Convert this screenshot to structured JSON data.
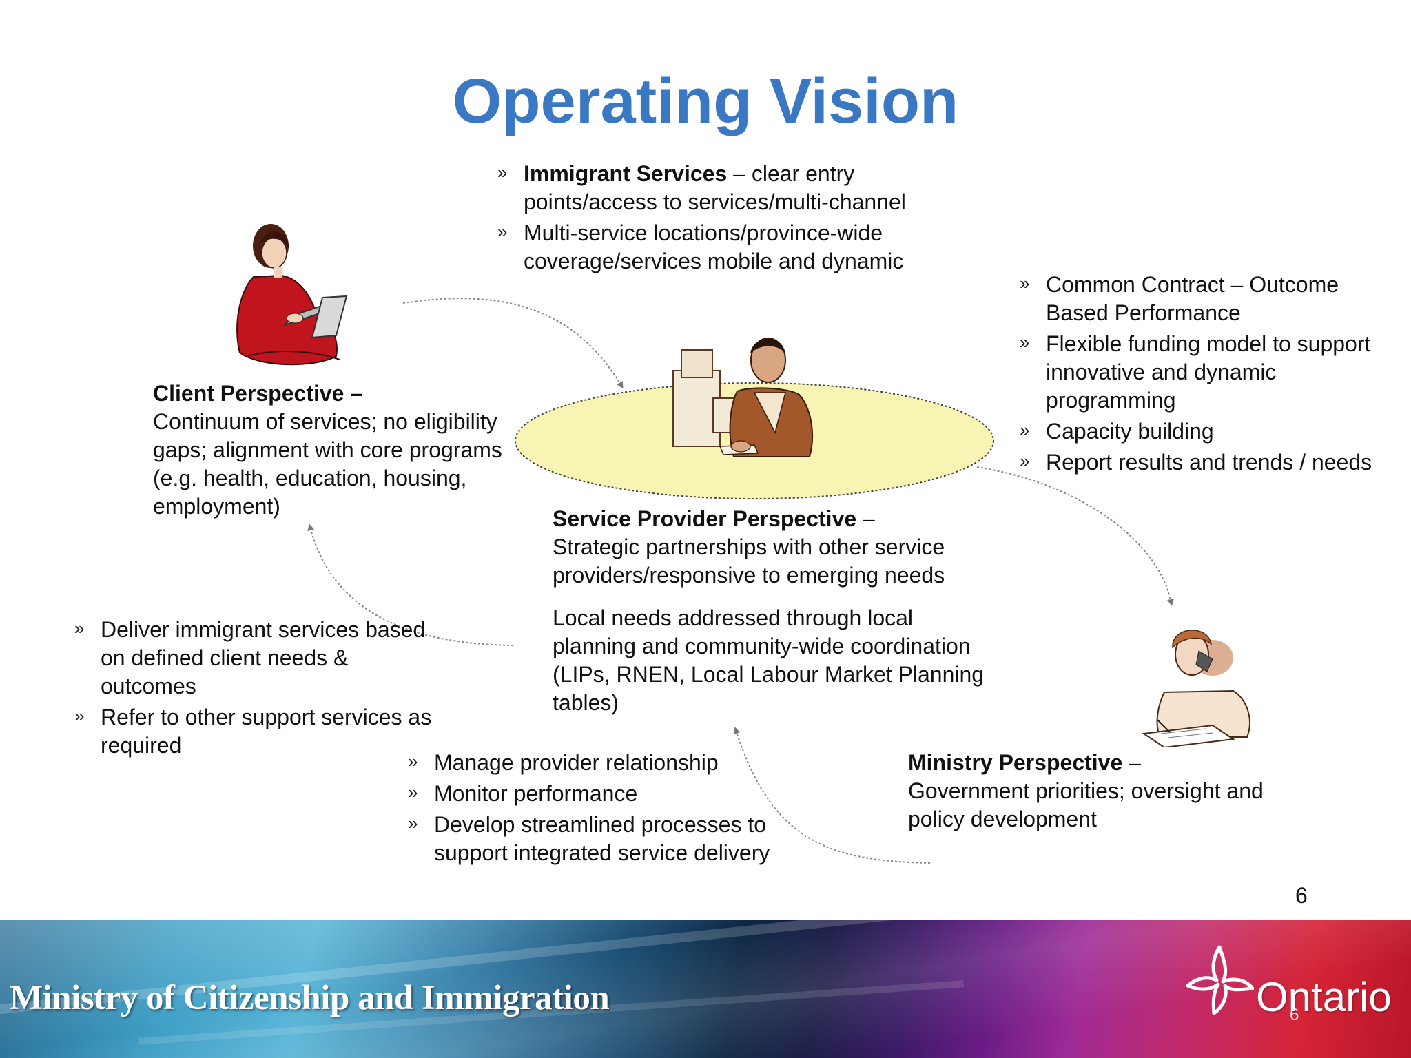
{
  "title": "Operating Vision",
  "top_block": {
    "items": [
      {
        "bold": "Immigrant  Services",
        "rest": " – clear entry points/access to services/multi-channel"
      },
      {
        "bold": "",
        "rest": "Multi-service locations/province-wide coverage/services mobile and dynamic"
      }
    ]
  },
  "right_block": {
    "items": [
      "Common Contract – Outcome Based Performance",
      "Flexible funding model to support innovative and dynamic programming",
      "Capacity building",
      "Report results and trends / needs"
    ]
  },
  "client": {
    "heading": "Client Perspective –",
    "body": "Continuum of services; no eligibility gaps; alignment with core programs (e.g. health, education, housing, employment)"
  },
  "service_provider": {
    "heading": "Service Provider Perspective",
    "dash": " –",
    "body": "Strategic partnerships with other service providers/responsive to emerging needs",
    "local": "Local needs addressed through local planning and community-wide coordination (LIPs, RNEN, Local Labour Market Planning tables)"
  },
  "left_block": {
    "items": [
      "Deliver immigrant services based on defined client needs & outcomes",
      "Refer to other support services as required"
    ]
  },
  "bottom_block": {
    "items": [
      "Manage provider relationship",
      "Monitor performance",
      "Develop streamlined processes to support integrated service delivery"
    ]
  },
  "ministry": {
    "heading": "Ministry Perspective",
    "dash": " –",
    "body": "Government priorities; oversight and policy development"
  },
  "bullet_glyph": "»",
  "page_number": "6",
  "footer": {
    "ministry_name": "Ministry of Citizenship and Immigration",
    "logo_text": "Ontario",
    "page_number": "6"
  },
  "colors": {
    "title": "#3b78c4",
    "ellipse_fill": "#f8f4b4"
  }
}
